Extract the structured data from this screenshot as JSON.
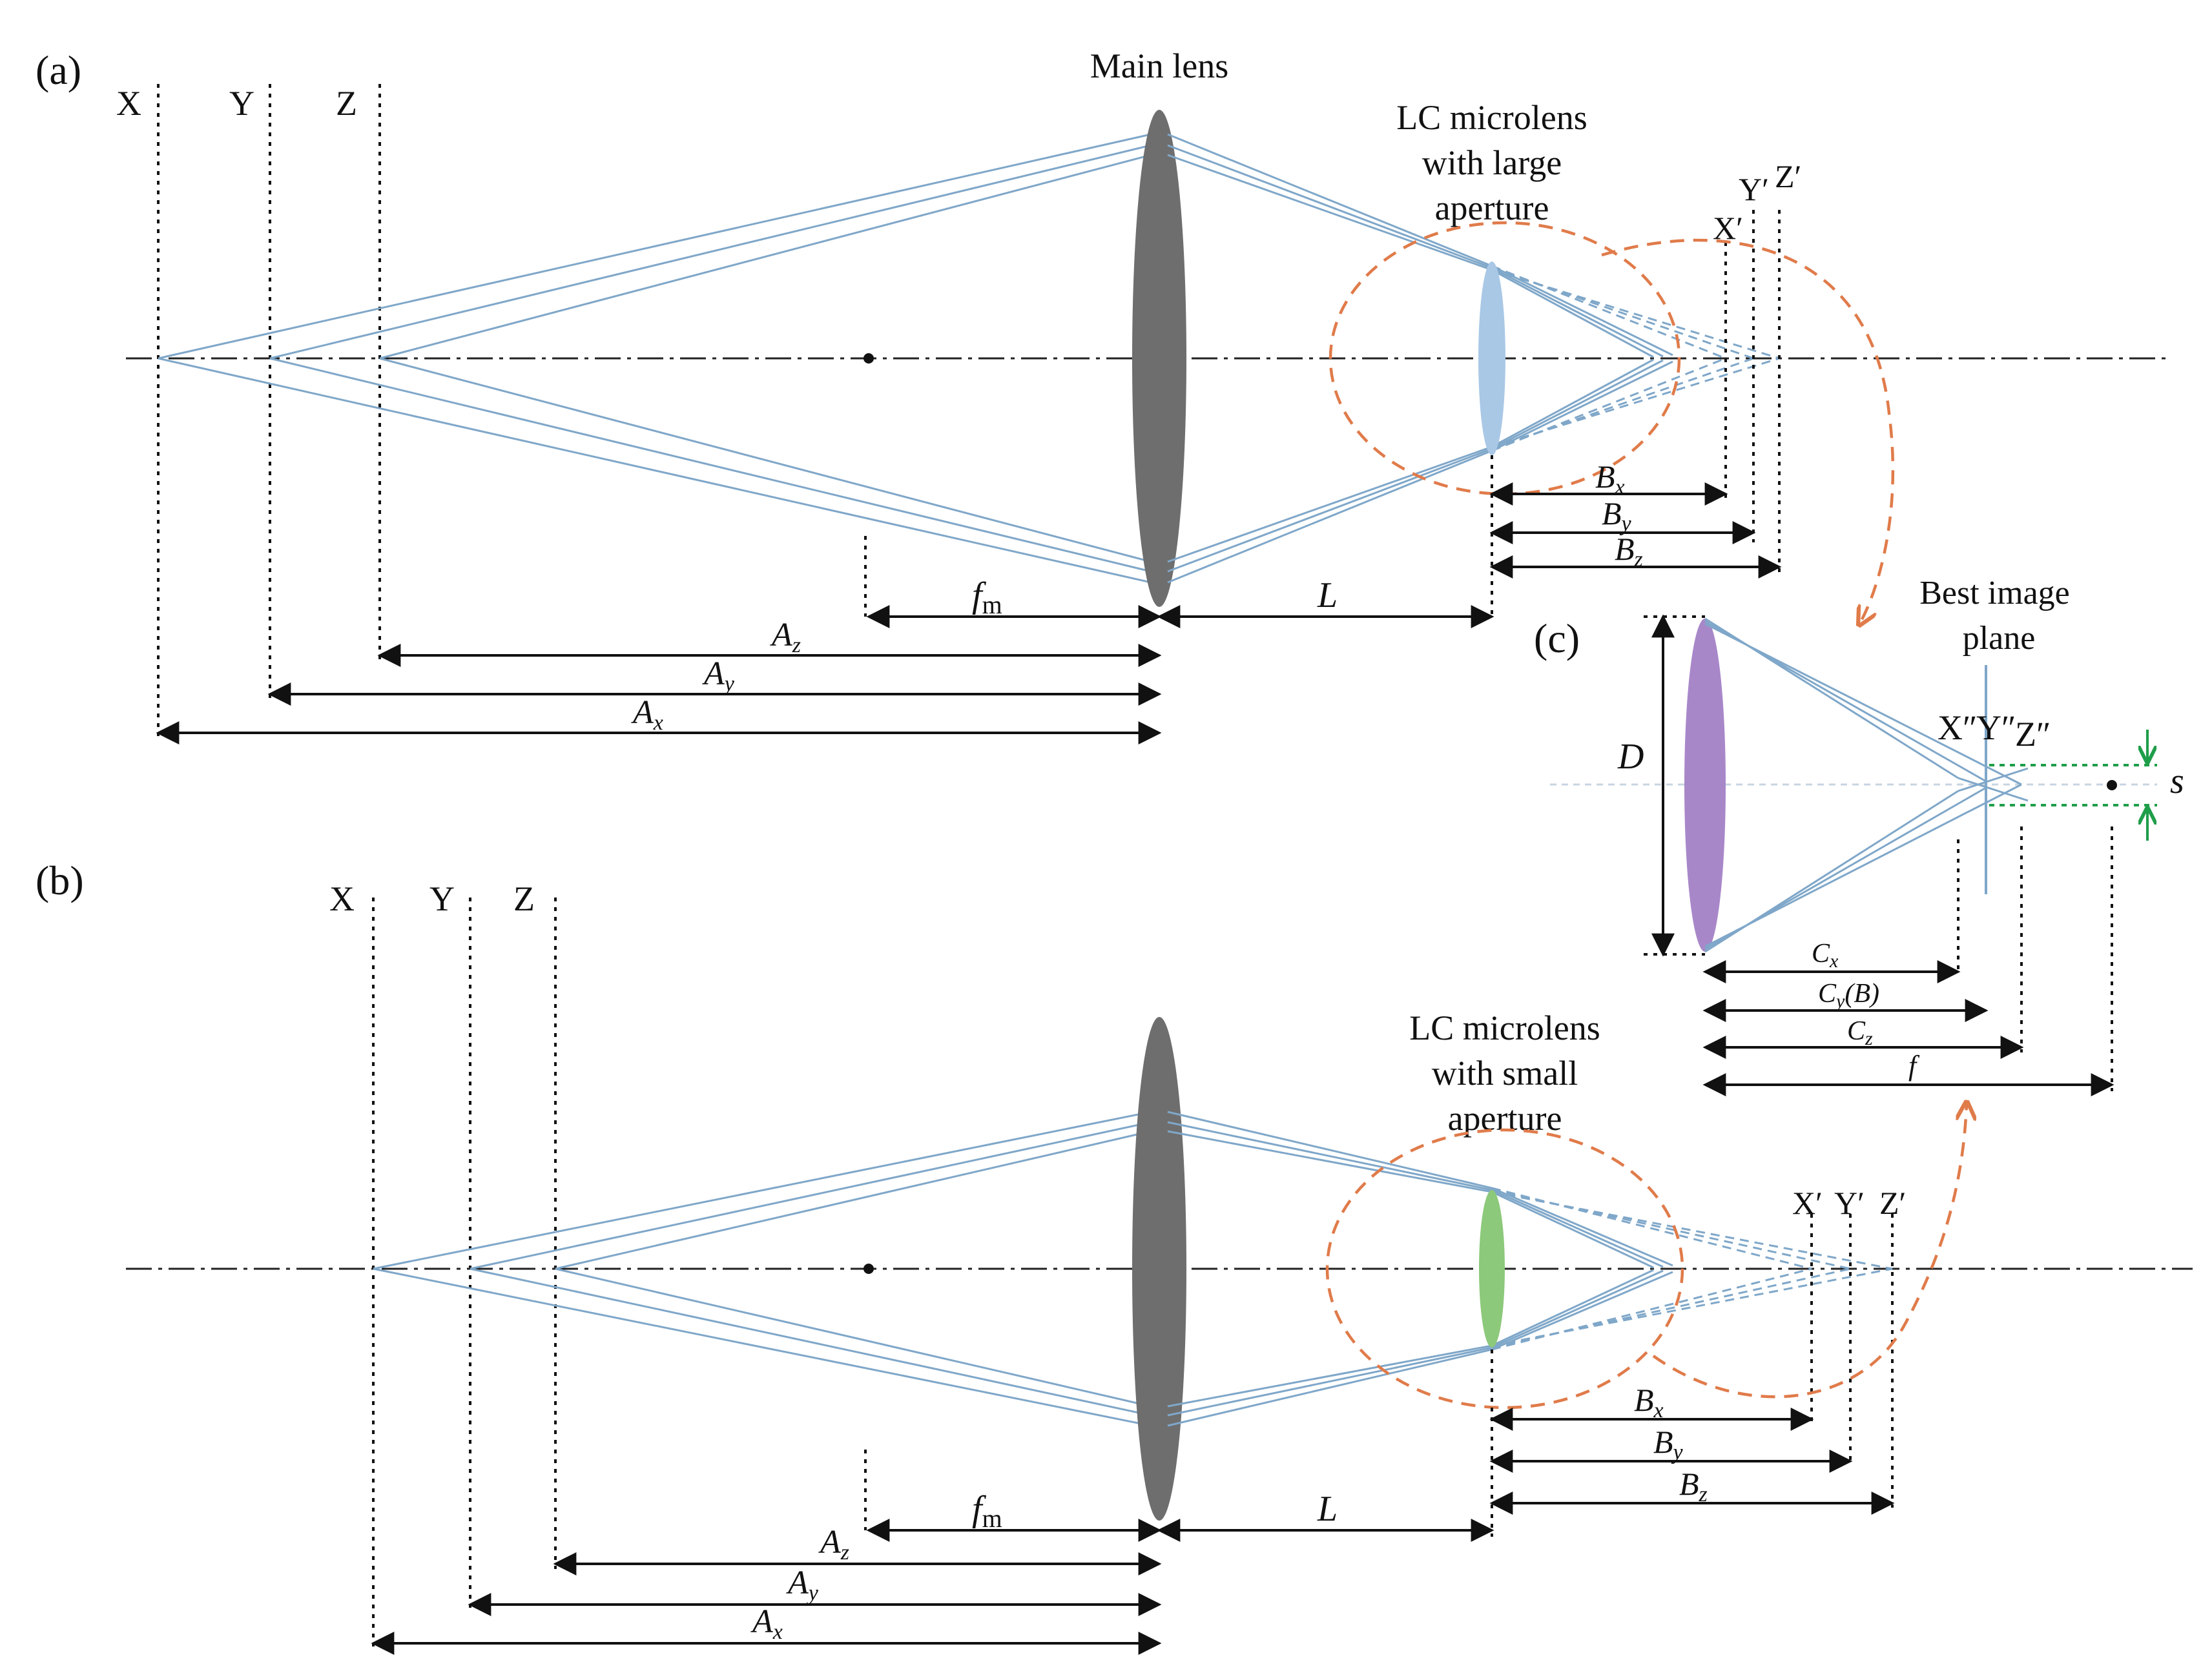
{
  "panel_a": {
    "tag": "(a)",
    "object_labels": [
      "X",
      "Y",
      "Z"
    ],
    "main_lens_label": "Main lens",
    "microlens_label": [
      "LC microlens",
      "with large",
      "aperture"
    ],
    "image_labels": [
      "X′",
      "Y′",
      "Z′"
    ],
    "dims": {
      "Bx": {
        "base": "B",
        "sub": "x"
      },
      "By": {
        "base": "B",
        "sub": "y"
      },
      "Bz": {
        "base": "B",
        "sub": "z"
      },
      "fm": {
        "base": "f",
        "sub": "m"
      },
      "L": "L",
      "Az": {
        "base": "A",
        "sub": "z"
      },
      "Ay": {
        "base": "A",
        "sub": "y"
      },
      "Ax": {
        "base": "A",
        "sub": "x"
      }
    }
  },
  "panel_b": {
    "tag": "(b)",
    "object_labels": [
      "X",
      "Y",
      "Z"
    ],
    "microlens_label": [
      "LC microlens",
      "with small",
      "aperture"
    ],
    "image_labels": [
      "X′",
      "Y′",
      "Z′"
    ],
    "dims": {
      "Bx": {
        "base": "B",
        "sub": "x"
      },
      "By": {
        "base": "B",
        "sub": "y"
      },
      "Bz": {
        "base": "B",
        "sub": "z"
      },
      "fm": {
        "base": "f",
        "sub": "m"
      },
      "L": "L",
      "Az": {
        "base": "A",
        "sub": "z"
      },
      "Ay": {
        "base": "A",
        "sub": "y"
      },
      "Ax": {
        "base": "A",
        "sub": "x"
      }
    }
  },
  "panel_c": {
    "tag": "(c)",
    "best_plane_label": [
      "Best image",
      "plane"
    ],
    "aperture_label": "D",
    "spot_label": "s",
    "image_labels": [
      "X″",
      "Y″",
      "Z″"
    ],
    "dims": {
      "Cx": {
        "base": "C",
        "sub": "x"
      },
      "Cy": {
        "base": "C",
        "sub": "y",
        "suffix": "(B)"
      },
      "Cz": {
        "base": "C",
        "sub": "z"
      },
      "f": "f"
    }
  },
  "colors": {
    "rays": "#7fa7c9",
    "main_lens": "#6e6e6e",
    "microlens_a": "#a9c8e6",
    "microlens_b": "#8cc97a",
    "microlens_c": "#a887c9",
    "callout": "#e07b4a",
    "spot_marker": "#1f9e4a"
  }
}
